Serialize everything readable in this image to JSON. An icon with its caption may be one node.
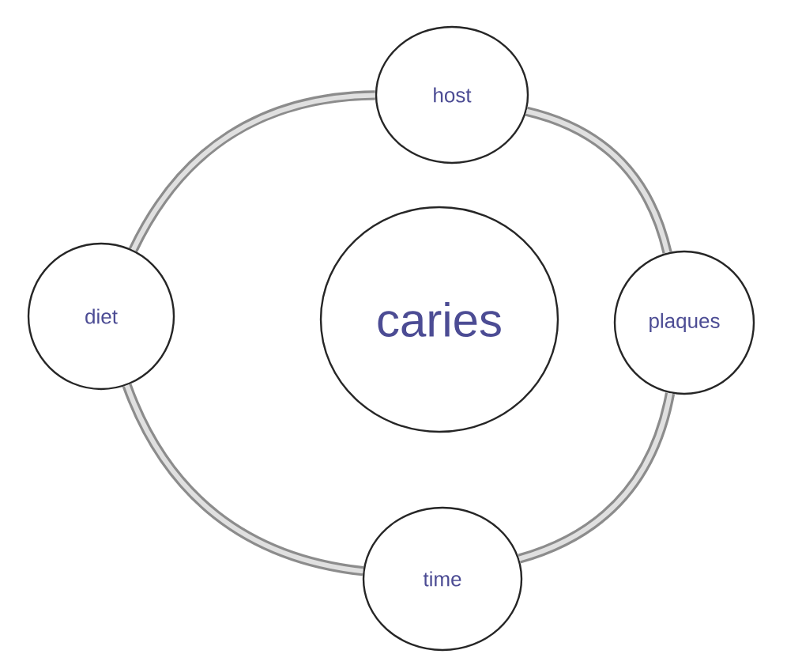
{
  "diagram": {
    "nodes": [
      {
        "text": [
          "host"
        ]
      },
      {
        "text": [
          "diet"
        ]
      },
      {
        "text": [
          "caries"
        ]
      },
      {
        "text": [
          "plaques"
        ]
      },
      {
        "text": [
          "time"
        ]
      }
    ],
    "edges": [
      {
        "from": 0,
        "to": 3,
        "arrow": "none"
      },
      {
        "from": 3,
        "to": 4,
        "arrow": "none"
      },
      {
        "from": 4,
        "to": 1,
        "arrow": "none"
      },
      {
        "from": 1,
        "to": 0,
        "arrow": "none"
      }
    ]
  }
}
